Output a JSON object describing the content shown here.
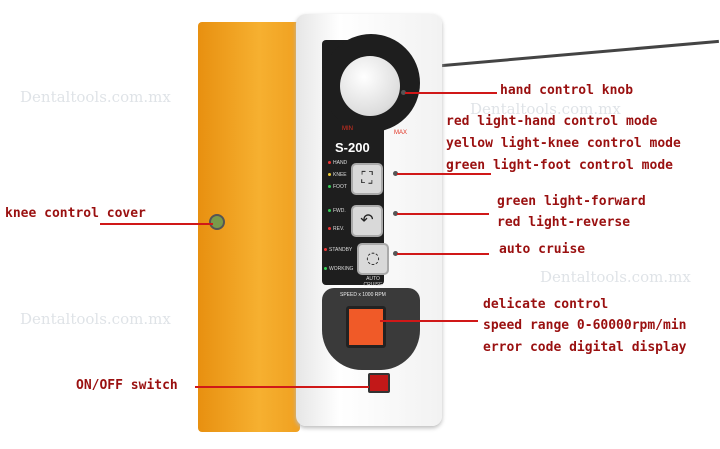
{
  "watermark": "Dentaltools.com.mx",
  "device": {
    "model": "S-200",
    "dial_min": "MIN",
    "dial_max": "MAX",
    "mode_leds": [
      "HAND",
      "KNEE",
      "FOOT"
    ],
    "dir_leds": [
      "FWD.",
      "REV."
    ],
    "cruise_leds": [
      "STANDBY",
      "WORKING"
    ],
    "auto_cruise": "AUTO CRUISE",
    "speed_label": "SPEED x 1000 RPM"
  },
  "annotations": {
    "knob": "hand control knob",
    "mode": [
      "red light-hand control mode",
      "yellow light-knee control mode",
      "green light-foot control mode"
    ],
    "direction": [
      "green light-forward",
      "red light-reverse"
    ],
    "cruise": "auto cruise",
    "display": [
      "delicate control",
      "speed range 0-60000rpm/min",
      "error code digital display"
    ],
    "knee_cover": "knee control cover",
    "switch": "ON/OFF switch"
  },
  "colors": {
    "body_side": "#f0a020",
    "panel": "#1e1e1e",
    "label_text": "#9a1010",
    "leader_line": "#d01818",
    "display_button": "#f05a28"
  }
}
